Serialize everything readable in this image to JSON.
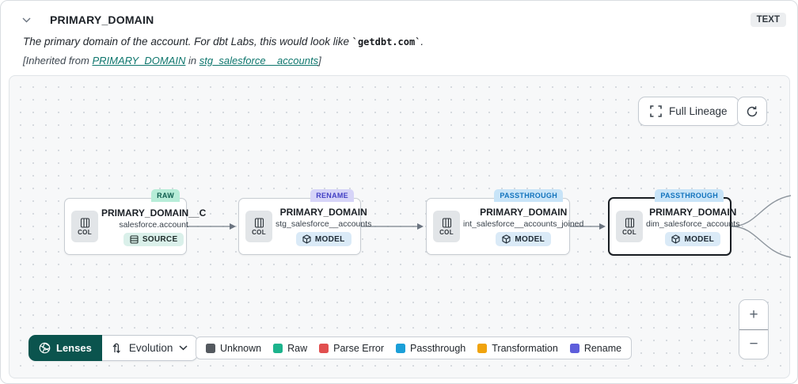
{
  "header": {
    "title": "PRIMARY_DOMAIN",
    "type_badge": "TEXT",
    "description_prefix": "The primary domain of the account. For dbt Labs, this would look like ",
    "description_code": "`getdbt.com`",
    "description_suffix": ".",
    "inherited_prefix": "[Inherited from ",
    "inherited_link_column": "PRIMARY_DOMAIN",
    "inherited_mid": " in ",
    "inherited_link_model": "stg_salesforce__accounts",
    "inherited_suffix": "]"
  },
  "canvas_controls": {
    "full_lineage_label": "Full Lineage",
    "zoom_in_label": "+",
    "zoom_out_label": "−"
  },
  "nodes": [
    {
      "badge": "RAW",
      "title": "PRIMARY_DOMAIN__C",
      "subtitle": "salesforce.account",
      "kind": "SOURCE",
      "col_label": "COL",
      "selected": false
    },
    {
      "badge": "RENAME",
      "title": "PRIMARY_DOMAIN",
      "subtitle": "stg_salesforce__accounts",
      "kind": "MODEL",
      "col_label": "COL",
      "selected": false
    },
    {
      "badge": "PASSTHROUGH",
      "title": "PRIMARY_DOMAIN",
      "subtitle": "int_salesforce__accounts_joined",
      "kind": "MODEL",
      "col_label": "COL",
      "selected": false
    },
    {
      "badge": "PASSTHROUGH",
      "title": "PRIMARY_DOMAIN",
      "subtitle": "dim_salesforce_accounts",
      "kind": "MODEL",
      "col_label": "COL",
      "selected": true
    }
  ],
  "toolbar": {
    "lenses_label": "Lenses",
    "evolution_label": "Evolution"
  },
  "legend": {
    "items": [
      {
        "label": "Unknown",
        "color": "#54595f"
      },
      {
        "label": "Raw",
        "color": "#1cb38c"
      },
      {
        "label": "Parse Error",
        "color": "#e14f4f"
      },
      {
        "label": "Passthrough",
        "color": "#1b9fd8"
      },
      {
        "label": "Transformation",
        "color": "#f0a30e"
      },
      {
        "label": "Rename",
        "color": "#5e5edb"
      }
    ]
  },
  "colors": {
    "lenses_bg": "#0b544e",
    "badge_raw_bg": "#b7edd8",
    "badge_rename_bg": "#d6d4f8",
    "badge_passthrough_bg": "#c8e4f8",
    "canvas_bg": "#f7f8f9",
    "link_teal": "#0e766d",
    "selected_border": "#181d22"
  }
}
